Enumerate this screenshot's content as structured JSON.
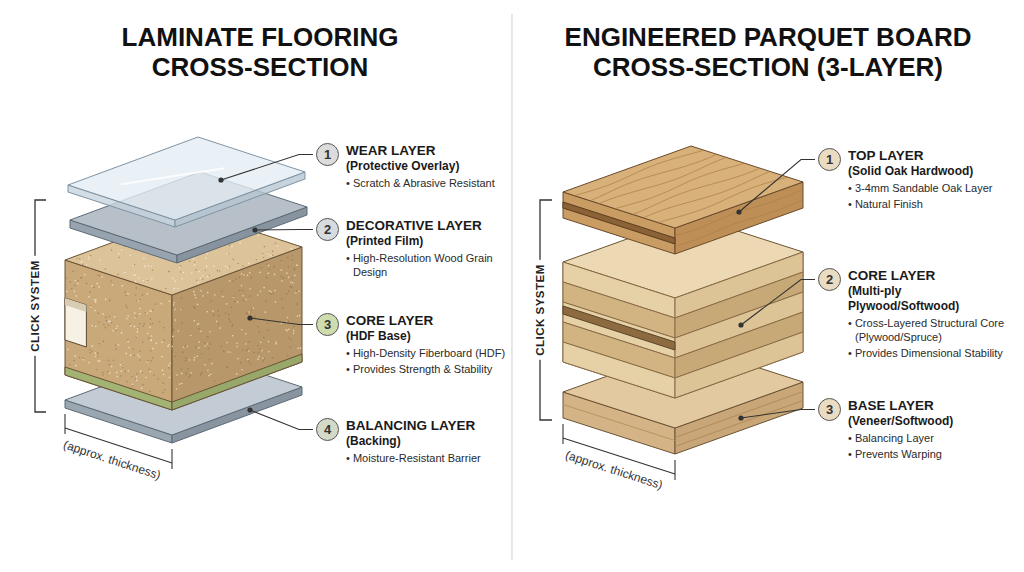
{
  "diagram": {
    "nodes": [
      {
        "text": [
          "1",
          "WEAR LAYER",
          "(Protective Overlay)",
          "• Scratch & Abrasive Resistant"
        ]
      },
      {
        "text": [
          "2",
          "DECORATIVE LAYER",
          "(Printed Film)",
          "• High-Resolution Wood Grain Design"
        ]
      },
      {
        "text": [
          "3",
          "CORE LAYER",
          "(HDF Base)",
          "• High-Density Fiberboard (HDF)",
          "• Provides Strength & Stability"
        ]
      },
      {
        "text": [
          "4",
          "BALANCING LAYER",
          "(Backing)",
          "• Moisture-Resistant Barrier"
        ]
      },
      {
        "text": [
          "1",
          "TOP LAYER",
          "(Solid Oak Hardwood)",
          "• 3-4mm Sandable Oak Layer",
          "• Natural Finish"
        ]
      },
      {
        "text": [
          "2",
          "CORE LAYER",
          "(Multi-ply Plywood/Softwood)",
          "• Cross-Layered Structural Core (Plywood/Spruce)",
          "• Provides Dimensional Stability"
        ]
      },
      {
        "text": [
          "3",
          "BASE LAYER",
          "(Veneer/Softwood)",
          "• Balancing Layer",
          "• Prevents Warping"
        ]
      }
    ],
    "labels": [
      "LAMINATE FLOORING CROSS-SECTION",
      "ENGINEERED PARQUET BOARD CROSS-SECTION (3-LAYER)",
      "CLICK SYSTEM",
      "CLICK SYSTEM",
      "(approx. thickness)",
      "(approx. thickness)"
    ]
  }
}
